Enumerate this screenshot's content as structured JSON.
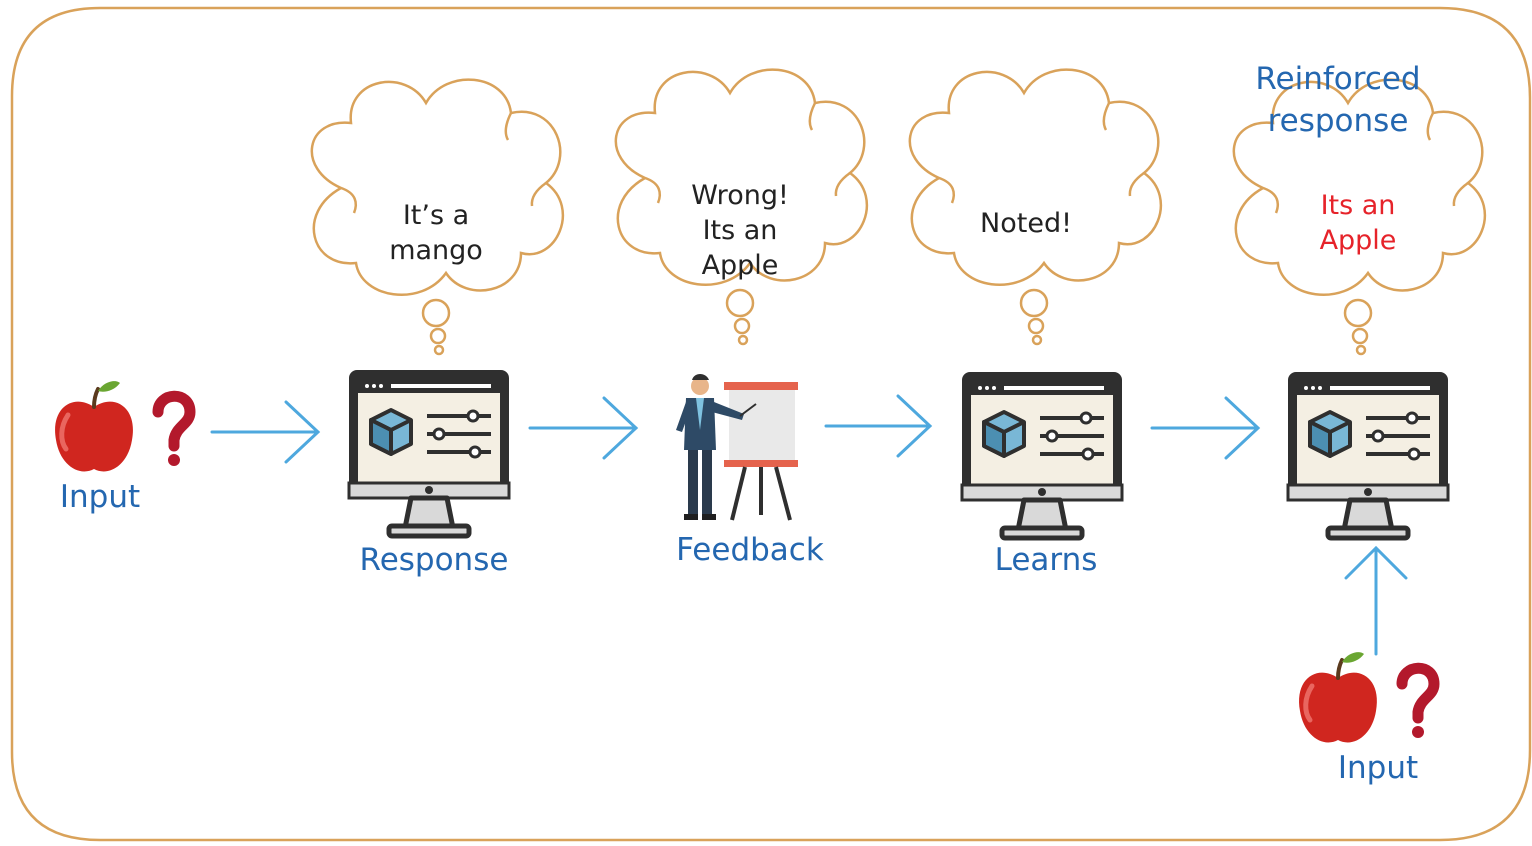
{
  "colors": {
    "frame": "#d9a25a",
    "cloud": "#d9a25a",
    "arrow": "#4ea8de",
    "label": "#2467b0",
    "thought_text": "#222222",
    "reinforced_text": "#e6232a",
    "apple": "#d0261f",
    "question_mark": "#b3192c",
    "monitor_dark": "#2f2f2f"
  },
  "steps": {
    "input_start": {
      "label": "Input",
      "icon": "apple-icon"
    },
    "response": {
      "label": "Response",
      "thought_lines": [
        "It’s a",
        "mango"
      ],
      "icon": "computer-icon"
    },
    "feedback": {
      "label": "Feedback",
      "thought_lines": [
        "Wrong!",
        "Its an",
        "Apple"
      ],
      "icon": "presenter-icon"
    },
    "learns": {
      "label": "Learns",
      "thought_lines": [
        "Noted!"
      ],
      "icon": "computer-icon"
    },
    "reinforced": {
      "label_lines": [
        "Reinforced",
        "response"
      ],
      "thought_lines": [
        "Its an",
        "Apple"
      ],
      "icon": "computer-icon"
    },
    "input_end": {
      "label": "Input",
      "icon": "apple-icon"
    }
  }
}
